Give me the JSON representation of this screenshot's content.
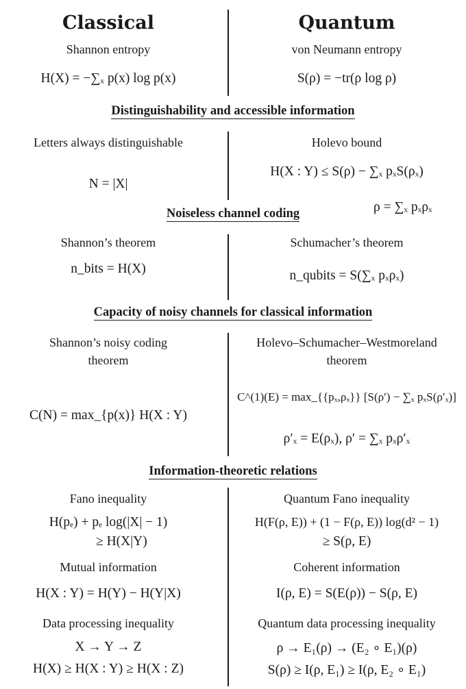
{
  "header": {
    "left_title": "Classical",
    "right_title": "Quantum"
  },
  "row1": {
    "left_label": "Shannon entropy",
    "right_label": "von Neumann entropy",
    "left_eq": "H(X) = −∑ₓ p(x) log p(x)",
    "right_eq": "S(ρ) = −tr(ρ log ρ)"
  },
  "sections": {
    "s1": "Distinguishability and accessible information",
    "s2": "Noiseless channel coding",
    "s3": "Capacity of noisy channels for classical information",
    "s4": "Information-theoretic relations"
  },
  "row2": {
    "left_label": "Letters always distinguishable",
    "right_label": "Holevo bound",
    "left_eq": "N = |X|",
    "right_eq1": "H(X : Y) ≤ S(ρ) − ∑ₓ pₓS(ρₓ)",
    "right_eq2": "ρ = ∑ₓ pₓρₓ"
  },
  "row3": {
    "left_label": "Shannon’s theorem",
    "right_label": "Schumacher’s theorem",
    "left_eq": "n_bits = H(X)",
    "right_eq": "n_qubits = S(∑ₓ pₓρₓ)"
  },
  "row4": {
    "left_label_1": "Shannon’s noisy coding",
    "left_label_2": "theorem",
    "right_label_1": "Holevo–Schumacher–Westmoreland",
    "right_label_2": "theorem",
    "left_eq": "C(N) = max_{p(x)} H(X : Y)",
    "right_eq1": "C^(1)(E) = max_{{pₓ,ρₓ}} [S(ρ′) − ∑ₓ pₓS(ρ′ₓ)]",
    "right_eq2": "ρ′ₓ = E(ρₓ),   ρ′ = ∑ₓ pₓρ′ₓ"
  },
  "row5": {
    "left_label_a": "Fano inequality",
    "right_label_a": "Quantum Fano inequality",
    "left_eq_a1": "H(pₑ) + pₑ log(|X| − 1)",
    "left_eq_a2": "≥ H(X|Y)",
    "right_eq_a1": "H(F(ρ, E)) + (1 − F(ρ, E)) log(d² − 1)",
    "right_eq_a2": "≥ S(ρ, E)",
    "left_label_b": "Mutual information",
    "right_label_b": "Coherent information",
    "left_eq_b": "H(X : Y) = H(Y) − H(Y|X)",
    "right_eq_b": "I(ρ, E) = S(E(ρ)) − S(ρ, E)",
    "left_label_c": "Data processing inequality",
    "right_label_c": "Quantum data processing inequality",
    "left_eq_c1": "X → Y → Z",
    "left_eq_c2": "H(X) ≥ H(X : Y) ≥ H(X : Z)",
    "right_eq_c1": "ρ → E₁(ρ) → (E₂ ∘ E₁)(ρ)",
    "right_eq_c2": "S(ρ) ≥ I(ρ, E₁) ≥ I(ρ, E₂ ∘ E₁)"
  }
}
